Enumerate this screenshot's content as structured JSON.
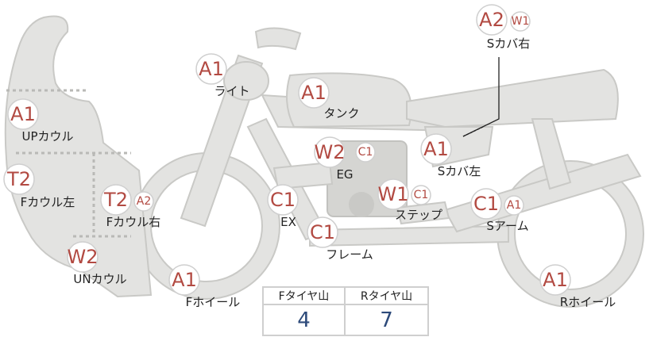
{
  "parts": [
    {
      "id": "light",
      "label": "ライト",
      "grades": [
        "A1"
      ]
    },
    {
      "id": "tank",
      "label": "タンク",
      "grades": [
        "A1"
      ]
    },
    {
      "id": "s-cover-right",
      "label": "Sカバ右",
      "grades": [
        "A2",
        "W1"
      ]
    },
    {
      "id": "up-cowl",
      "label": "UPカウル",
      "grades": [
        "A1"
      ]
    },
    {
      "id": "eg",
      "label": "EG",
      "grades": [
        "W2",
        "C1"
      ]
    },
    {
      "id": "s-cover-left",
      "label": "Sカバ左",
      "grades": [
        "A1"
      ]
    },
    {
      "id": "f-cowl-left",
      "label": "Fカウル左",
      "grades": [
        "T2"
      ]
    },
    {
      "id": "f-cowl-right",
      "label": "Fカウル右",
      "grades": [
        "T2",
        "A2"
      ]
    },
    {
      "id": "ex",
      "label": "EX",
      "grades": [
        "C1"
      ]
    },
    {
      "id": "step",
      "label": "ステップ",
      "grades": [
        "W1",
        "C1"
      ]
    },
    {
      "id": "s-arm",
      "label": "Sアーム",
      "grades": [
        "C1",
        "A1"
      ]
    },
    {
      "id": "frame",
      "label": "フレーム",
      "grades": [
        "C1"
      ]
    },
    {
      "id": "un-cowl",
      "label": "UNカウル",
      "grades": [
        "W2"
      ]
    },
    {
      "id": "f-wheel",
      "label": "Fホイール",
      "grades": [
        "A1"
      ]
    },
    {
      "id": "r-wheel",
      "label": "Rホイール",
      "grades": [
        "A1"
      ]
    }
  ],
  "tread_table": {
    "headers": [
      "Fタイヤ山",
      "Rタイヤ山"
    ],
    "values": [
      "4",
      "7"
    ]
  },
  "colors": {
    "grade_text": "#b24a42",
    "part_fill": "#e3e3e1",
    "tread_value": "#2d4a7a"
  }
}
